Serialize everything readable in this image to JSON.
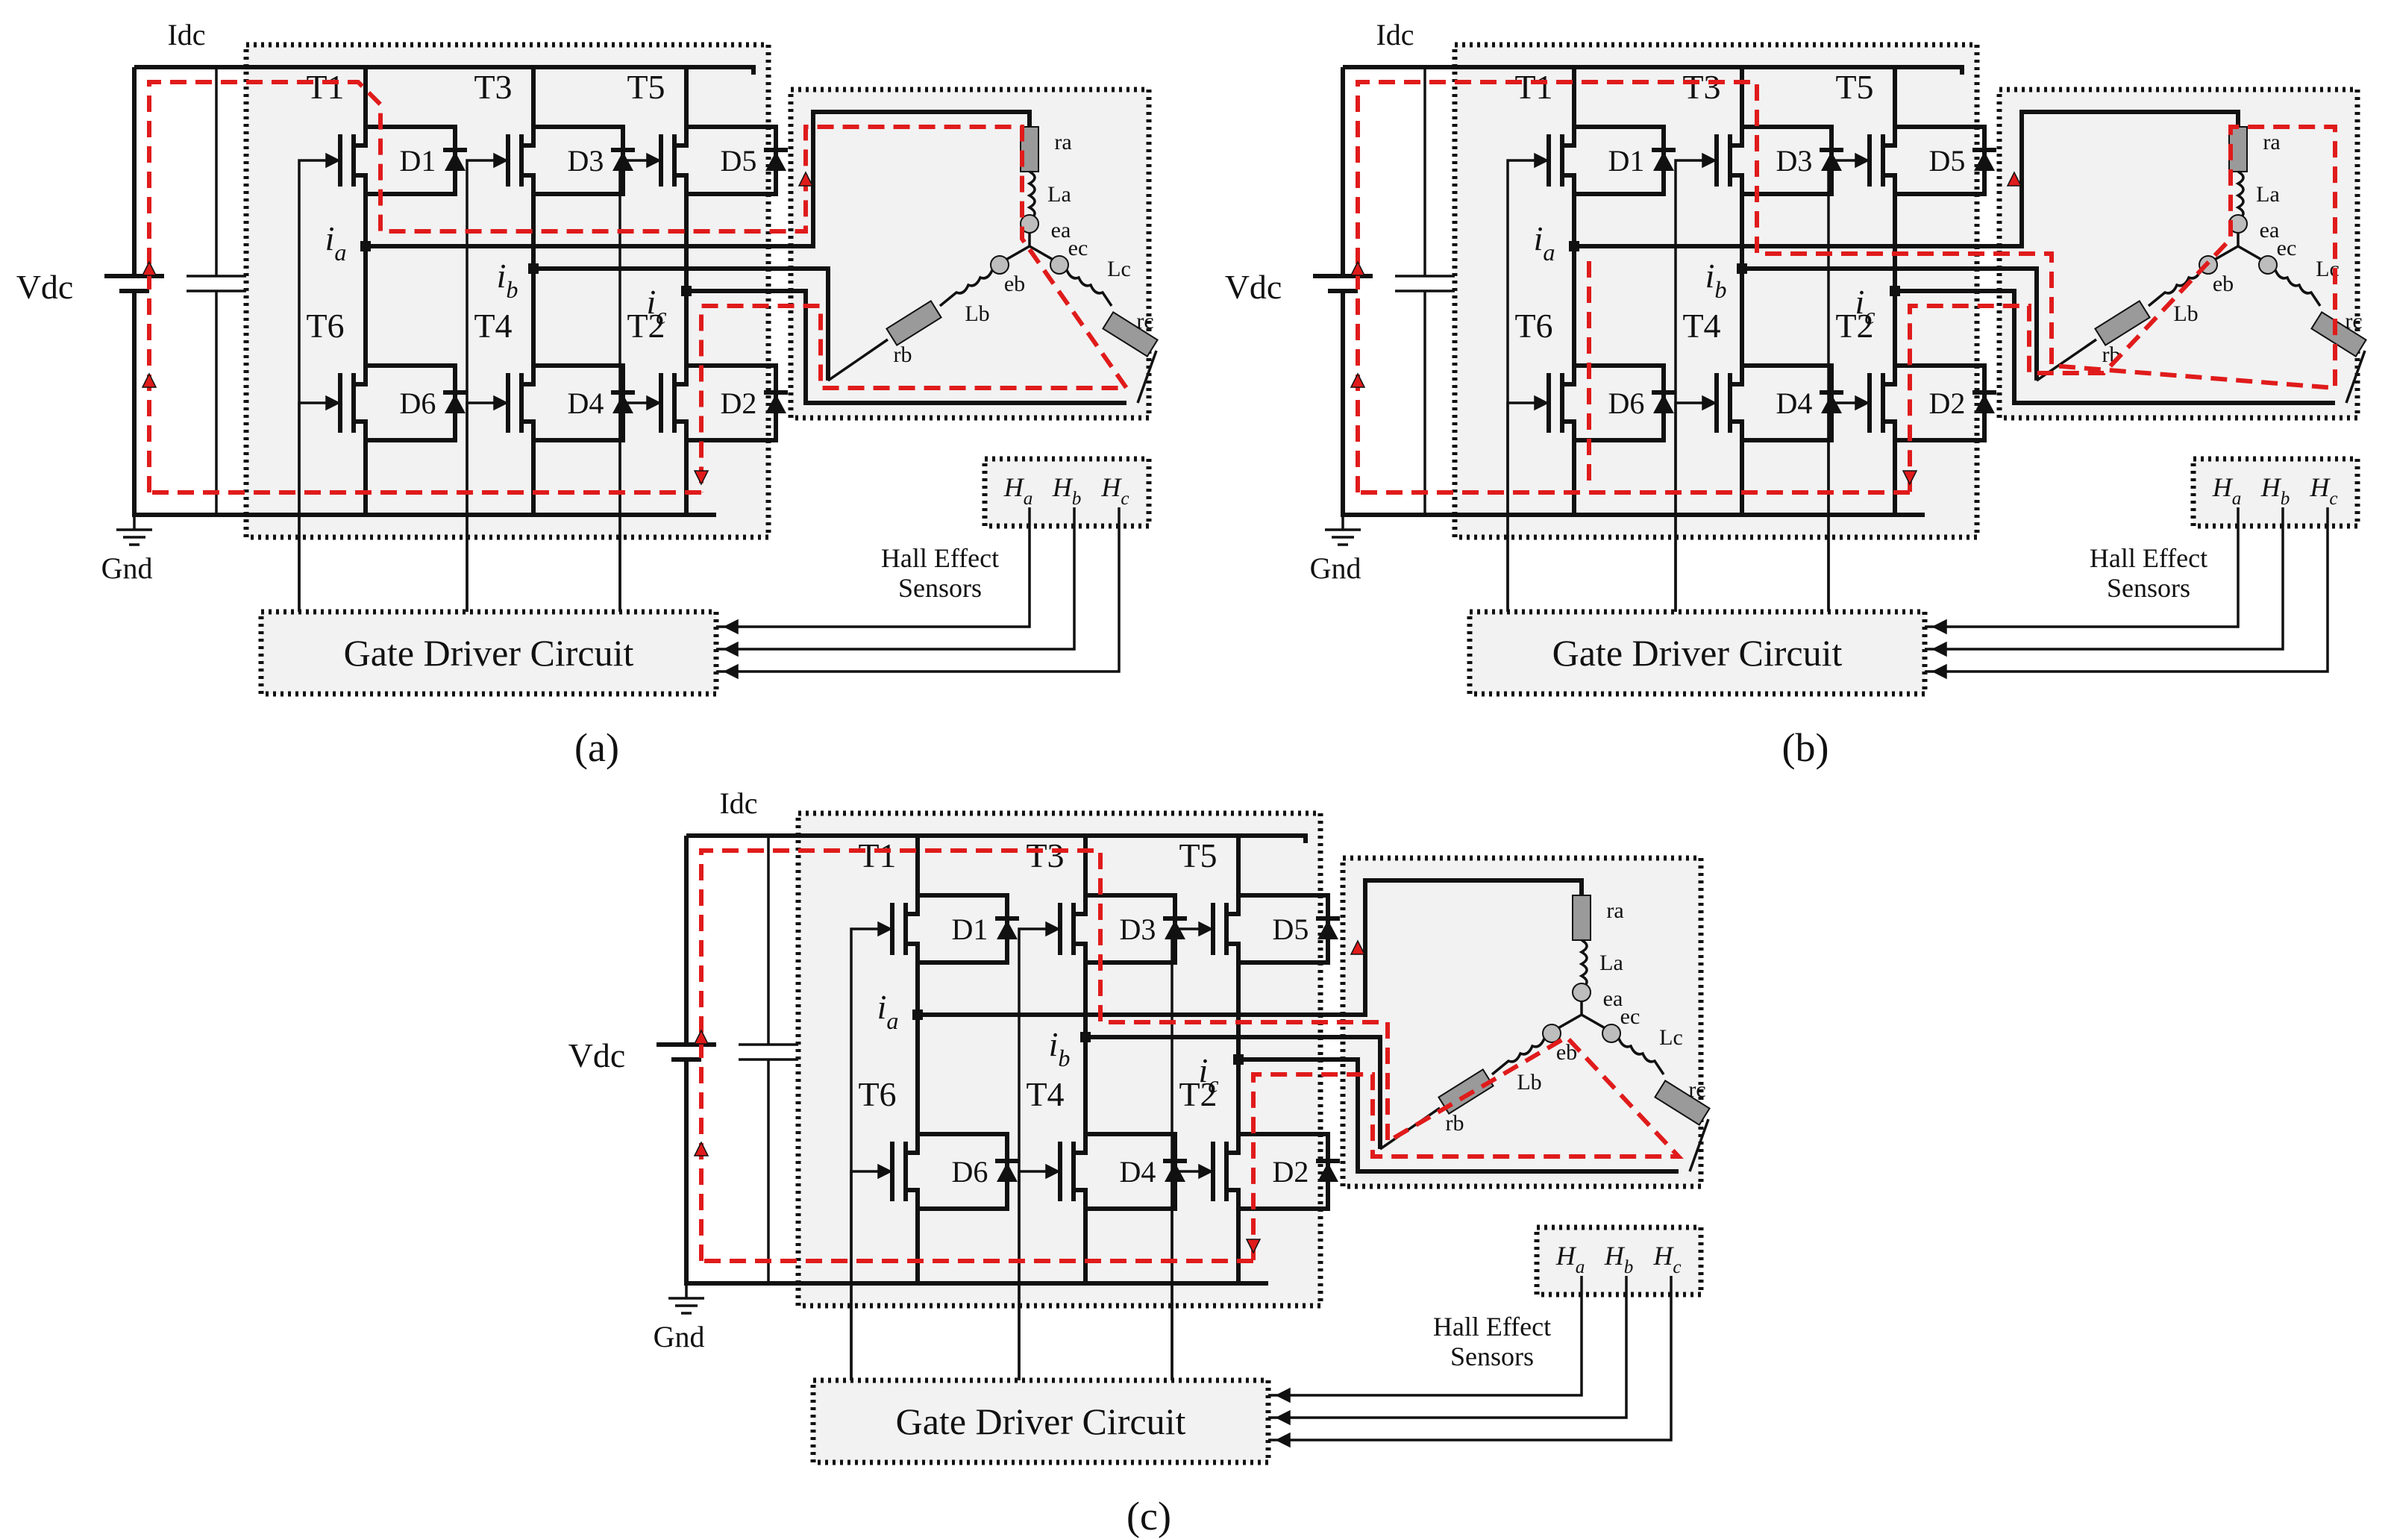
{
  "colors": {
    "current_path": "#e01b1b",
    "wire": "#111111",
    "box_fill": "#f2f2f2",
    "resistor": "#9a9a9a"
  },
  "labels": {
    "supply": "Vdc",
    "dc_current": "Idc",
    "ground": "Gnd",
    "phase_a_current": "i",
    "phase_a_sub": "a",
    "phase_b_current": "i",
    "phase_b_sub": "b",
    "phase_c_current": "i",
    "phase_c_sub": "c",
    "gate_driver": "Gate Driver Circuit",
    "hall_line1": "Hall Effect",
    "hall_line2": "Sensors",
    "hall_a": "H",
    "hall_a_sub": "a",
    "hall_b": "H",
    "hall_b_sub": "b",
    "hall_c": "H",
    "hall_c_sub": "c",
    "t1": "T1",
    "t2": "T2",
    "t3": "T3",
    "t4": "T4",
    "t5": "T5",
    "t6": "T6",
    "d1": "D1",
    "d2": "D2",
    "d3": "D3",
    "d4": "D4",
    "d5": "D5",
    "d6": "D6",
    "ra": "ra",
    "rb": "rb",
    "rc": "rc",
    "la": "La",
    "lb": "Lb",
    "lc": "Lc",
    "ea": "ea",
    "eb": "eb",
    "ec": "ec"
  },
  "panels": [
    {
      "caption": "(a)",
      "conducting": [
        "T1",
        "T2"
      ]
    },
    {
      "caption": "(b)",
      "conducting": [
        "T3",
        "T2",
        "D6"
      ]
    },
    {
      "caption": "(c)",
      "conducting": [
        "T3",
        "T2"
      ]
    }
  ]
}
